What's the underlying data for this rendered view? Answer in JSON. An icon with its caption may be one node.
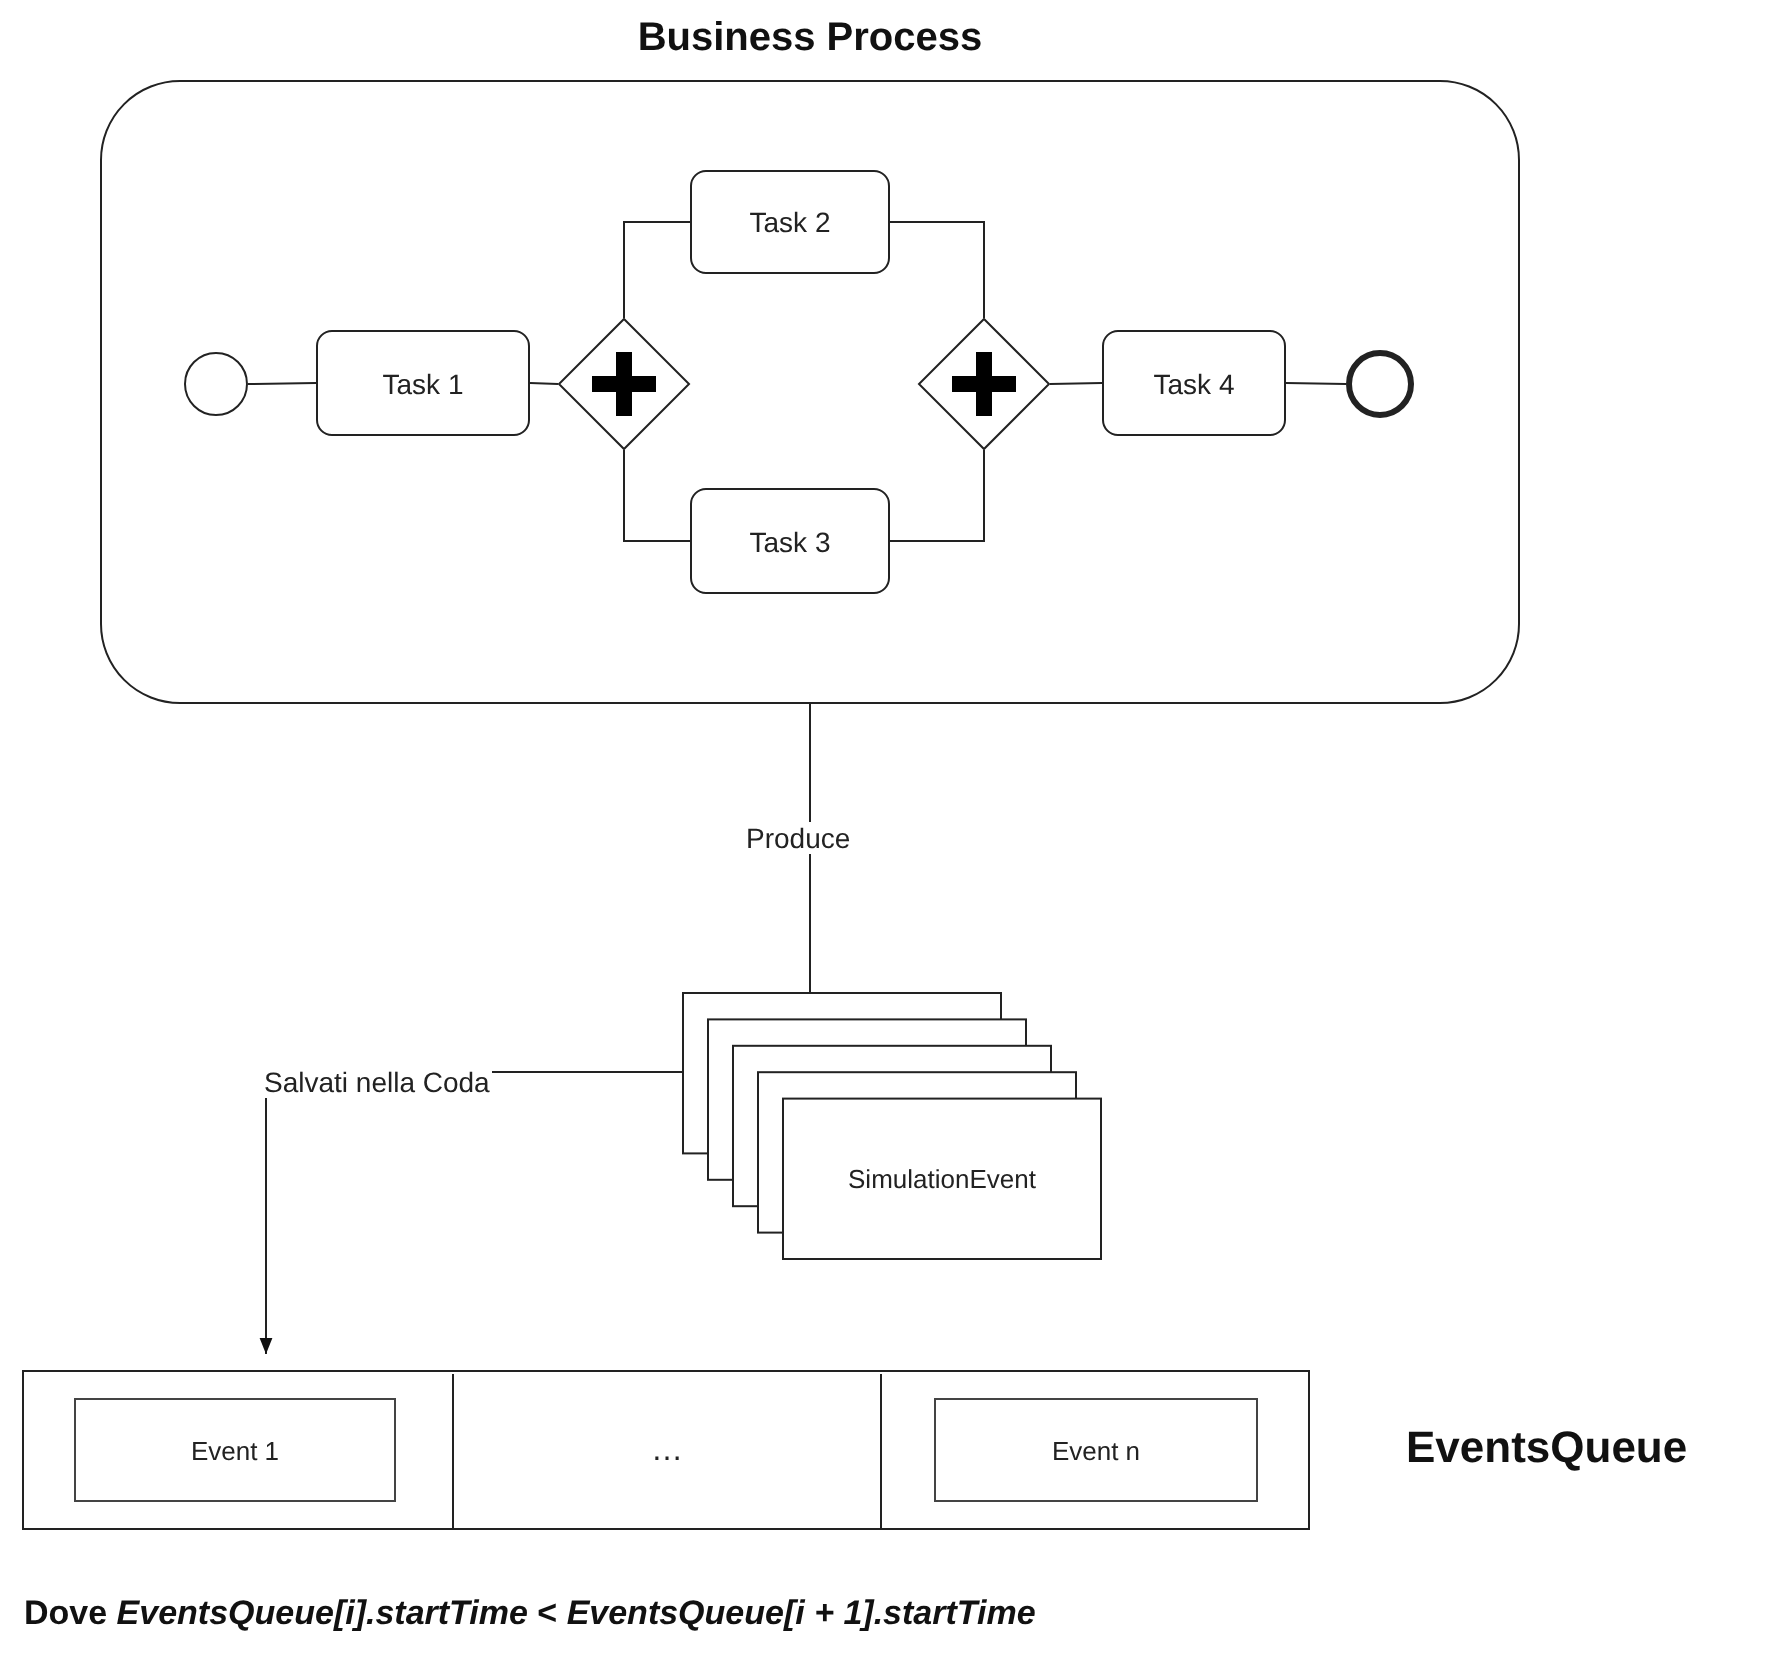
{
  "diagram": {
    "nodes": [
      {
        "text": [
          "Business Process"
        ]
      },
      {
        "text": [],
        "shape": "circle",
        "in": 0
      },
      {
        "text": [
          "Task 1"
        ],
        "in": 0
      },
      {
        "text": [],
        "shape": "diamond",
        "in": 0
      },
      {
        "text": [
          "Task 2"
        ],
        "in": 0
      },
      {
        "text": [
          "Task 3"
        ],
        "in": 0
      },
      {
        "text": [],
        "shape": "diamond",
        "in": 0
      },
      {
        "text": [
          "Task 4"
        ],
        "in": 0
      },
      {
        "text": [],
        "shape": "circle",
        "in": 0
      },
      {
        "text": [
          "SimulationEvent"
        ]
      },
      {
        "text": [],
        "shape": "box",
        "beside": [
          "EventsQueue"
        ]
      },
      {
        "text": [],
        "shape": "box",
        "in": 10
      },
      {
        "text": [
          "Event 1"
        ],
        "in": 11
      },
      {
        "text": [
          "…"
        ],
        "in": 10
      },
      {
        "text": [],
        "shape": "box",
        "in": 10
      },
      {
        "text": [
          "Event n"
        ],
        "in": 14
      }
    ],
    "edges": [
      {
        "from": 1,
        "to": 2,
        "arrow": "none"
      },
      {
        "from": 2,
        "to": 3,
        "arrow": "none"
      },
      {
        "from": 3,
        "to": 4,
        "arrow": "none"
      },
      {
        "from": 3,
        "to": 5,
        "arrow": "none"
      },
      {
        "from": 4,
        "to": 6,
        "arrow": "none"
      },
      {
        "from": 5,
        "to": 6,
        "arrow": "none"
      },
      {
        "from": 6,
        "to": 7,
        "arrow": "none"
      },
      {
        "from": 7,
        "to": 8,
        "arrow": "none"
      },
      {
        "from": 0,
        "to": 9,
        "label": "Produce",
        "arrow": "none"
      },
      {
        "from": 9,
        "to": 10,
        "label": "Salvati nella Coda",
        "arrow": "to"
      }
    ],
    "labels": [
      "Dove *EventsQueue[i].startTime* < *EventsQueue[i + 1].startTime*"
    ]
  }
}
